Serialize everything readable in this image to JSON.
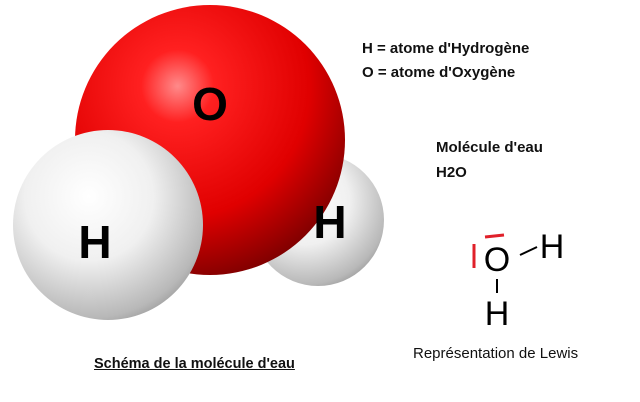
{
  "molecule": {
    "oxygen_label": "O",
    "hydrogen_left_label": "H",
    "hydrogen_right_label": "H",
    "oxygen_color": "#e00000",
    "hydrogen_color": "#f2f2f2"
  },
  "legend": {
    "hydrogen": "H = atome d'Hydrogène",
    "oxygen": "O = atome d'Oxygène"
  },
  "title": {
    "line1": "Molécule d'eau",
    "line2": "H2O"
  },
  "lewis": {
    "oxygen": "O",
    "hydrogen_right": "H",
    "hydrogen_bottom": "H",
    "lone_pair_color": "#e0202a",
    "caption": "Représentation de Lewis"
  },
  "caption": "Schéma de la molécule d'eau"
}
